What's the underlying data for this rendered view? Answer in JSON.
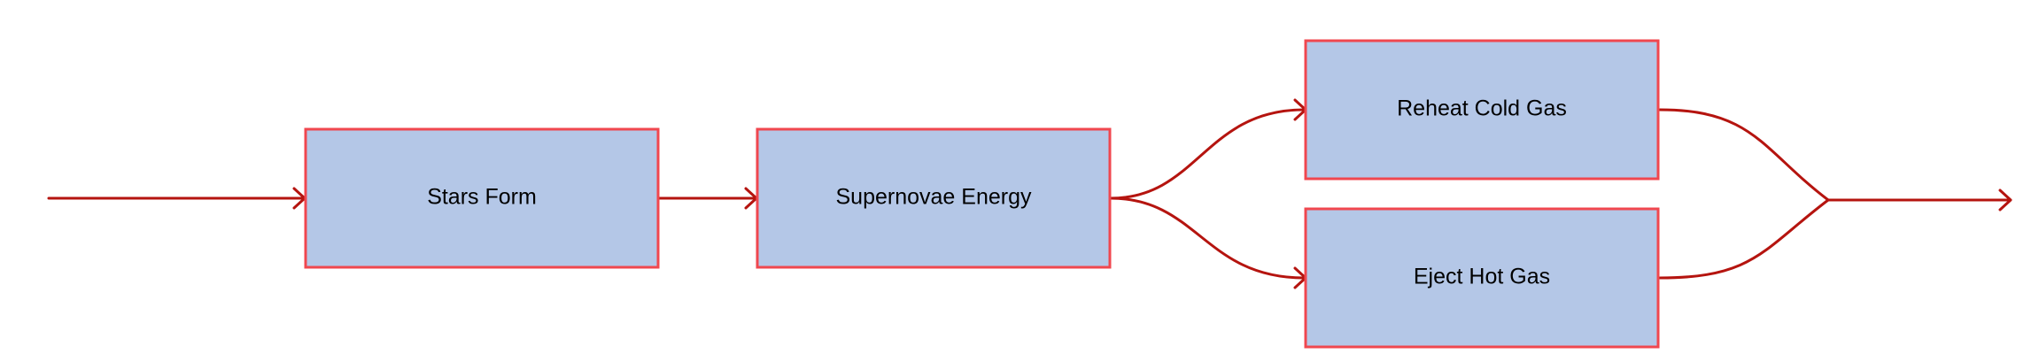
{
  "diagram": {
    "colors": {
      "node_fill": "#b4c7e7",
      "node_border": "#f0474f",
      "edge": "#b5140f",
      "text": "#000000"
    },
    "nodes": {
      "stars_form": {
        "label": "Stars Form"
      },
      "supernovae_energy": {
        "label": "Supernovae Energy"
      },
      "reheat_cold_gas": {
        "label": "Reheat Cold Gas"
      },
      "eject_hot_gas": {
        "label": "Eject Hot Gas"
      }
    },
    "edges": [
      {
        "from": "input",
        "to": "stars_form"
      },
      {
        "from": "stars_form",
        "to": "supernovae_energy"
      },
      {
        "from": "supernovae_energy",
        "to": "reheat_cold_gas"
      },
      {
        "from": "supernovae_energy",
        "to": "eject_hot_gas"
      },
      {
        "from": "reheat_cold_gas",
        "to": "output"
      },
      {
        "from": "eject_hot_gas",
        "to": "output"
      }
    ]
  }
}
